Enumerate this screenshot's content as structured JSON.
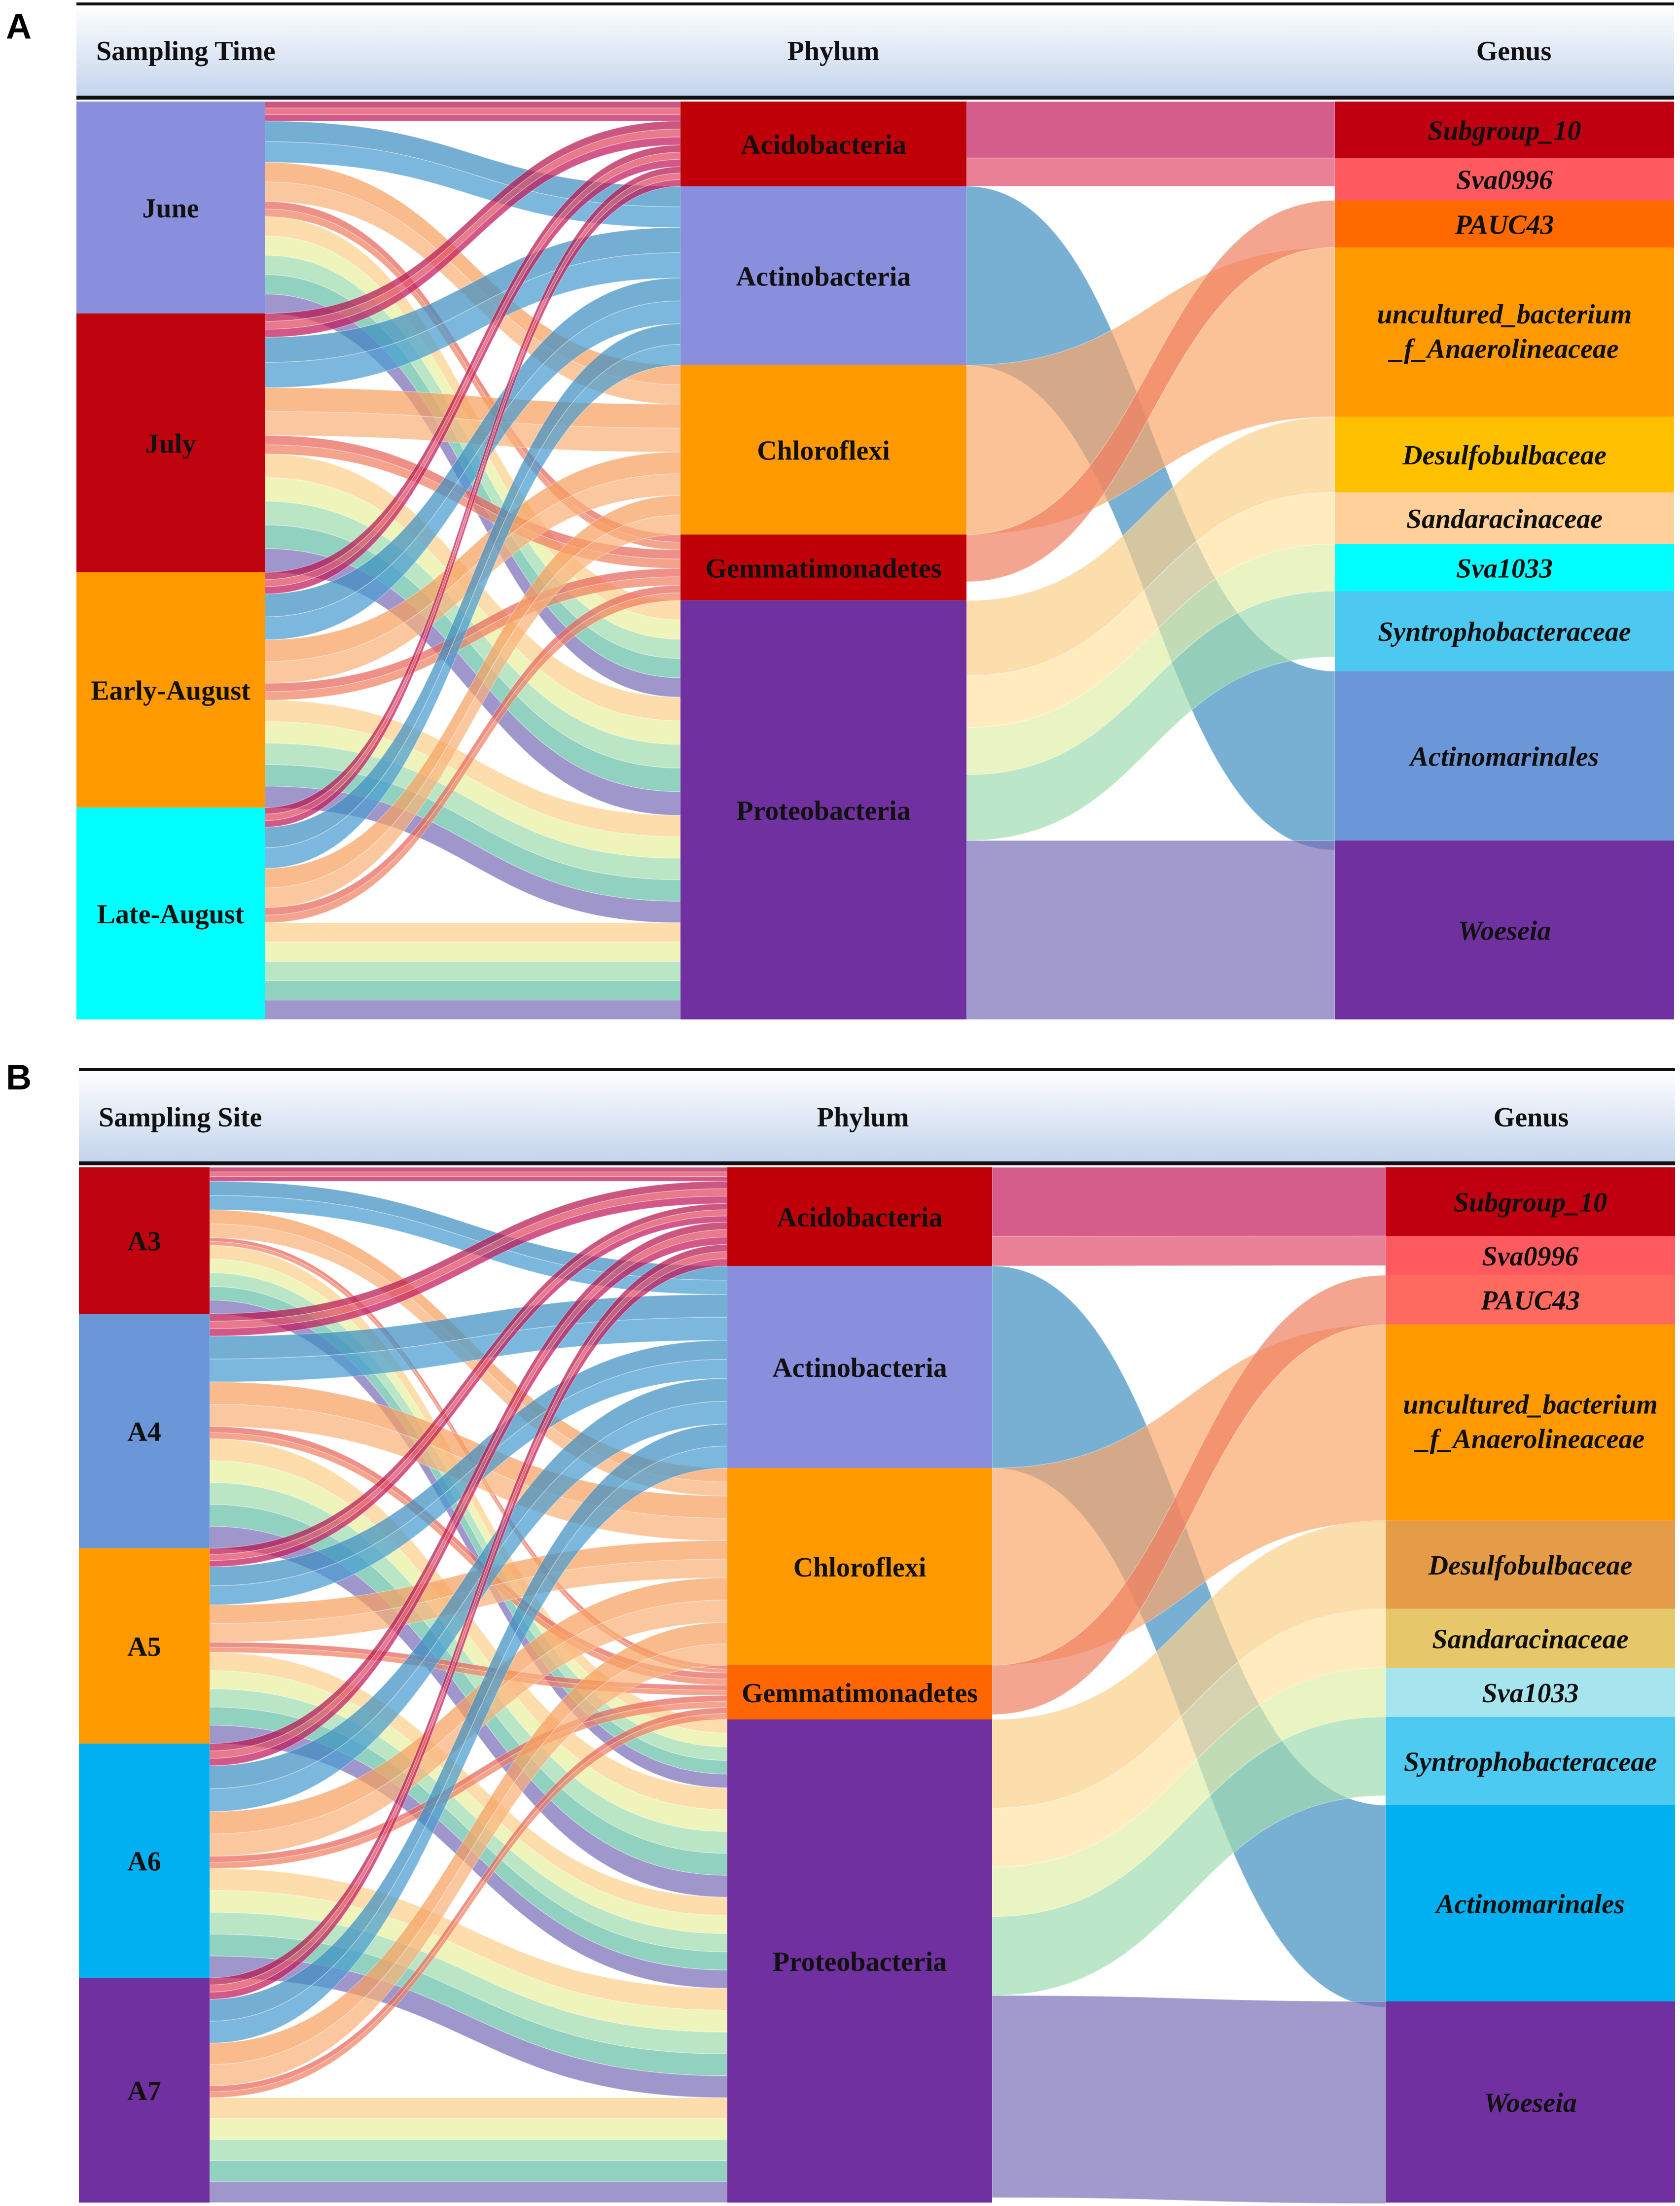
{
  "panels": [
    {
      "letter": "A",
      "headers": [
        "Sampling Time",
        "Phylum",
        "Genus"
      ]
    },
    {
      "letter": "B",
      "headers": [
        "Sampling Site",
        "Phylum",
        "Genus"
      ]
    }
  ],
  "chart_data": [
    {
      "type": "sankey",
      "panel": "A",
      "columns": [
        "Sampling Time",
        "Phylum",
        "Genus"
      ],
      "levels": {
        "sample": [
          {
            "name": "June",
            "value": 22.5,
            "color": "#8a8fdd"
          },
          {
            "name": "July",
            "value": 27.5,
            "color": "#bf0410"
          },
          {
            "name": "Early-August",
            "value": 25,
            "color": "#ff9900"
          },
          {
            "name": "Late-August",
            "value": 22.5,
            "color": "#00ffff"
          }
        ],
        "phylum": [
          {
            "name": "Acidobacteria",
            "value": 9,
            "color": "#c00008"
          },
          {
            "name": "Actinobacteria",
            "value": 19,
            "color": "#8a8fdd"
          },
          {
            "name": "Chloroflexi",
            "value": 18,
            "color": "#ff9900"
          },
          {
            "name": "Gemmatimonadetes",
            "value": 7,
            "color": "#c00008"
          },
          {
            "name": "Proteobacteria",
            "value": 44.5,
            "color": "#7030a0"
          }
        ],
        "genus": [
          {
            "name": "Subgroup_10",
            "value": 6,
            "color": "#c00010"
          },
          {
            "name": "Sva0996",
            "value": 4.5,
            "color": "#ff5a5f"
          },
          {
            "name": "PAUC43",
            "value": 5,
            "color": "#ff6a00"
          },
          {
            "name": "uncultured_bacterium _f_Anaerolineaceae",
            "value": 18,
            "color": "#ff9900"
          },
          {
            "name": "Desulfobulbaceae",
            "value": 8,
            "color": "#ffc000"
          },
          {
            "name": "Sandaracinaceae",
            "value": 5.5,
            "color": "#ffd09a"
          },
          {
            "name": "Sva1033",
            "value": 5,
            "color": "#00ffff"
          },
          {
            "name": "Syntrophobacteraceae",
            "value": 8.5,
            "color": "#4dc8f0"
          },
          {
            "name": "Actinomarinales",
            "value": 18,
            "color": "#6b96d8"
          },
          {
            "name": "Woeseia",
            "value": 19,
            "color": "#7030a0"
          }
        ]
      },
      "gap": 0.9,
      "links_phylum_genus": [
        {
          "source": "Acidobacteria",
          "target": "Subgroup_10",
          "value": 6,
          "color": "#c2185b"
        },
        {
          "source": "Acidobacteria",
          "target": "Sva0996",
          "value": 3,
          "color": "#e04a6a"
        },
        {
          "source": "Actinobacteria",
          "target": "Actinomarinales",
          "value": 19,
          "color": "#3e8fc2"
        },
        {
          "source": "Chloroflexi",
          "target": "uncultured_bacterium _f_Anaerolineaceae",
          "value": 18,
          "color": "#f9a66b"
        },
        {
          "source": "Gemmatimonadetes",
          "target": "PAUC43",
          "value": 5,
          "color": "#f07f5f"
        },
        {
          "source": "Proteobacteria",
          "target": "Desulfobulbaceae",
          "value": 8,
          "color": "#fbd08a"
        },
        {
          "source": "Proteobacteria",
          "target": "Sandaracinaceae",
          "value": 5.5,
          "color": "#ffe3a3"
        },
        {
          "source": "Proteobacteria",
          "target": "Sva1033",
          "value": 5,
          "color": "#dff0a8"
        },
        {
          "source": "Proteobacteria",
          "target": "Syntrophobacteraceae",
          "value": 7,
          "color": "#9fdcb0"
        },
        {
          "source": "Proteobacteria",
          "target": "Woeseia",
          "value": 19,
          "color": "#7a6eb8"
        }
      ]
    },
    {
      "type": "sankey",
      "panel": "B",
      "columns": [
        "Sampling Site",
        "Phylum",
        "Genus"
      ],
      "levels": {
        "sample": [
          {
            "name": "A3",
            "value": 15,
            "color": "#bf0410"
          },
          {
            "name": "A4",
            "value": 24,
            "color": "#6b96d8"
          },
          {
            "name": "A5",
            "value": 20,
            "color": "#ff9900"
          },
          {
            "name": "A6",
            "value": 24,
            "color": "#00b0f0"
          },
          {
            "name": "A7",
            "value": 23,
            "color": "#7030a0"
          }
        ],
        "phylum": [
          {
            "name": "Acidobacteria",
            "value": 10,
            "color": "#c00008"
          },
          {
            "name": "Actinobacteria",
            "value": 20.5,
            "color": "#8a8fdd"
          },
          {
            "name": "Chloroflexi",
            "value": 20,
            "color": "#ff9900"
          },
          {
            "name": "Gemmatimonadetes",
            "value": 5.5,
            "color": "#ff6600"
          },
          {
            "name": "Proteobacteria",
            "value": 49,
            "color": "#7030a0"
          }
        ],
        "genus": [
          {
            "name": "Subgroup_10",
            "value": 7,
            "color": "#c00010"
          },
          {
            "name": "Sva0996",
            "value": 4,
            "color": "#ff5a5f"
          },
          {
            "name": "PAUC43",
            "value": 5,
            "color": "#ff6a60"
          },
          {
            "name": "uncultured_bacterium _f_Anaerolineaceae",
            "value": 20,
            "color": "#ff9900"
          },
          {
            "name": "Desulfobulbaceae",
            "value": 9,
            "color": "#e59c48"
          },
          {
            "name": "Sandaracinaceae",
            "value": 6,
            "color": "#e6c76a"
          },
          {
            "name": "Sva1033",
            "value": 5,
            "color": "#a6e4ee"
          },
          {
            "name": "Syntrophobacteraceae",
            "value": 9,
            "color": "#4dcaf2"
          },
          {
            "name": "Actinomarinales",
            "value": 20,
            "color": "#00b0f0"
          },
          {
            "name": "Woeseia",
            "value": 20.5,
            "color": "#7030a0"
          }
        ]
      },
      "gap": 0.6,
      "links_phylum_genus": [
        {
          "source": "Acidobacteria",
          "target": "Subgroup_10",
          "value": 7,
          "color": "#c2185b"
        },
        {
          "source": "Acidobacteria",
          "target": "Sva0996",
          "value": 3,
          "color": "#e04a6a"
        },
        {
          "source": "Actinobacteria",
          "target": "Actinomarinales",
          "value": 20.5,
          "color": "#3e8fc2"
        },
        {
          "source": "Chloroflexi",
          "target": "uncultured_bacterium _f_Anaerolineaceae",
          "value": 20,
          "color": "#f9a66b"
        },
        {
          "source": "Gemmatimonadetes",
          "target": "PAUC43",
          "value": 5,
          "color": "#f07f5f"
        },
        {
          "source": "Proteobacteria",
          "target": "Desulfobulbaceae",
          "value": 9,
          "color": "#fbd08a"
        },
        {
          "source": "Proteobacteria",
          "target": "Sandaracinaceae",
          "value": 6,
          "color": "#ffe3a3"
        },
        {
          "source": "Proteobacteria",
          "target": "Sva1033",
          "value": 5,
          "color": "#dff0a8"
        },
        {
          "source": "Proteobacteria",
          "target": "Syntrophobacteraceae",
          "value": 8,
          "color": "#9fdcb0"
        },
        {
          "source": "Proteobacteria",
          "target": "Woeseia",
          "value": 20.5,
          "color": "#7a6eb8"
        }
      ]
    }
  ]
}
